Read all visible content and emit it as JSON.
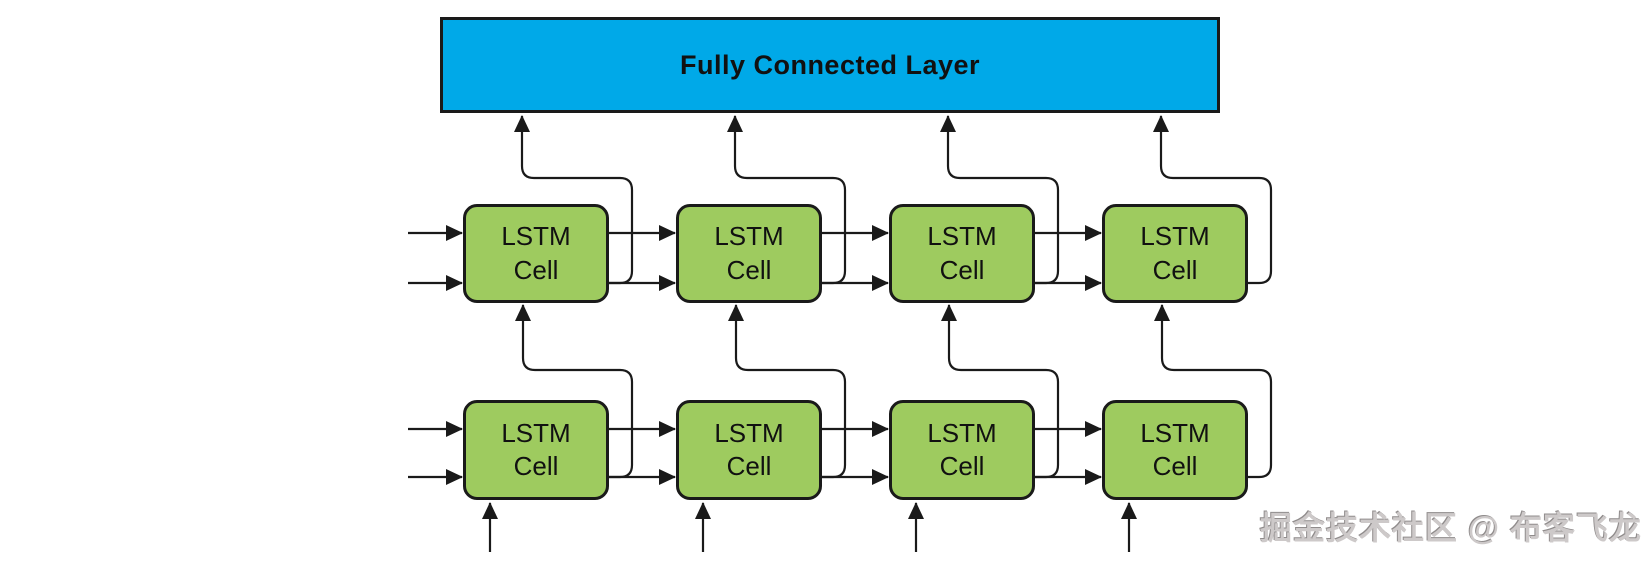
{
  "diagram": {
    "fc_layer": {
      "label": "Fully Connected Layer",
      "fill_color": "#00A9E8",
      "border_color": "#1a1a1a"
    },
    "lstm": {
      "cell_fill_color": "#9ECB5F",
      "cell_border_color": "#1a1a1a",
      "rows": [
        {
          "name": "top",
          "cells": [
            {
              "label": "LSTM\nCell"
            },
            {
              "label": "LSTM\nCell"
            },
            {
              "label": "LSTM\nCell"
            },
            {
              "label": "LSTM\nCell"
            }
          ]
        },
        {
          "name": "bottom",
          "cells": [
            {
              "label": "LSTM\nCell"
            },
            {
              "label": "LSTM\nCell"
            },
            {
              "label": "LSTM\nCell"
            },
            {
              "label": "LSTM\nCell"
            }
          ]
        }
      ]
    },
    "connector_color": "#1a1a1a",
    "watermark": {
      "text": "掘金技术社区 @ 布客飞龙",
      "color": "#cdc9c9"
    }
  }
}
